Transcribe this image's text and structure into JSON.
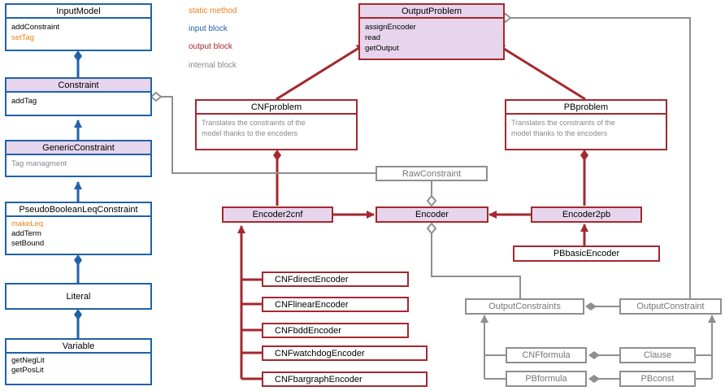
{
  "legend": {
    "static": "static method",
    "input": "input block",
    "output": "output block",
    "internal": "internal block"
  },
  "colors": {
    "input": "#1f62a8",
    "output": "#a4282e",
    "internal": "#8f8f8f",
    "static": "#e8821a",
    "highlight": "#e6d5ec"
  },
  "blocks": {
    "input_model": {
      "title": "InputModel",
      "items": [
        "addConstraint",
        "setTag"
      ]
    },
    "constraint": {
      "title": "Constraint",
      "items": [
        "addTag"
      ]
    },
    "generic_constraint": {
      "title": "GenericConstraint",
      "note": "Tag managment"
    },
    "pseudo_boolean": {
      "title": "PseudoBooleanLeqConstraint",
      "items": [
        "makeLeq",
        "addTerm",
        "setBound"
      ]
    },
    "literal": {
      "title": "Literal"
    },
    "variable": {
      "title": "Variable",
      "items": [
        "getNegLit",
        "getPosLit"
      ]
    },
    "output_problem": {
      "title": "OutputProblem",
      "items": [
        "assignEncoder",
        "read",
        "getOutput"
      ]
    },
    "cnf_problem": {
      "title": "CNFproblem",
      "note_lines": [
        "Translates the constraints of the",
        "model thanks to the encoders"
      ]
    },
    "pb_problem": {
      "title": "PBproblem",
      "note_lines": [
        "Translates the constraints of the",
        "model thanks to the encoders"
      ]
    },
    "raw_constraint": {
      "title": "RawConstraint"
    },
    "encoder2cnf": {
      "title": "Encoder2cnf"
    },
    "encoder": {
      "title": "Encoder"
    },
    "encoder2pb": {
      "title": "Encoder2pb"
    },
    "pb_basic_encoder": {
      "title": "PBbasicEncoder"
    },
    "cnf_direct": {
      "title": "CNFdirectEncoder"
    },
    "cnf_linear": {
      "title": "CNFlinearEncoder"
    },
    "cnf_bdd": {
      "title": "CNFbddEncoder"
    },
    "cnf_watchdog": {
      "title": "CNFwatchdogEncoder"
    },
    "cnf_bargraph": {
      "title": "CNFbargraphEncoder"
    },
    "output_constraints": {
      "title": "OutputConstraints"
    },
    "output_constraint": {
      "title": "OutputConstraint"
    },
    "cnf_formula": {
      "title": "CNFformula"
    },
    "clause": {
      "title": "Clause"
    },
    "pb_formula": {
      "title": "PBformula"
    },
    "pb_const": {
      "title": "PBconst"
    }
  }
}
